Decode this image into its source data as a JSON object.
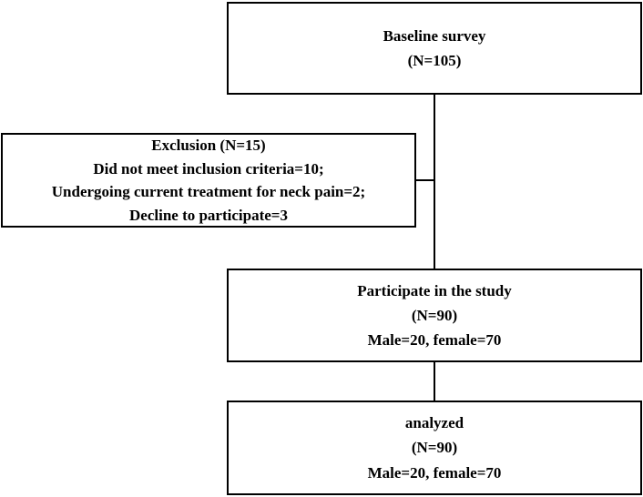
{
  "baseline": {
    "title": "Baseline survey",
    "count": "(N=105)"
  },
  "exclusion": {
    "title": "Exclusion (N=15)",
    "reasons": [
      "Did not meet inclusion criteria=10;",
      "Undergoing current treatment for neck pain=2;",
      "Decline to participate=3"
    ]
  },
  "participate": {
    "title": "Participate in the study",
    "count": "(N=90)",
    "sex": "Male=20, female=70"
  },
  "analyzed": {
    "title": "analyzed",
    "count": "(N=90)",
    "sex": "Male=20, female=70"
  }
}
